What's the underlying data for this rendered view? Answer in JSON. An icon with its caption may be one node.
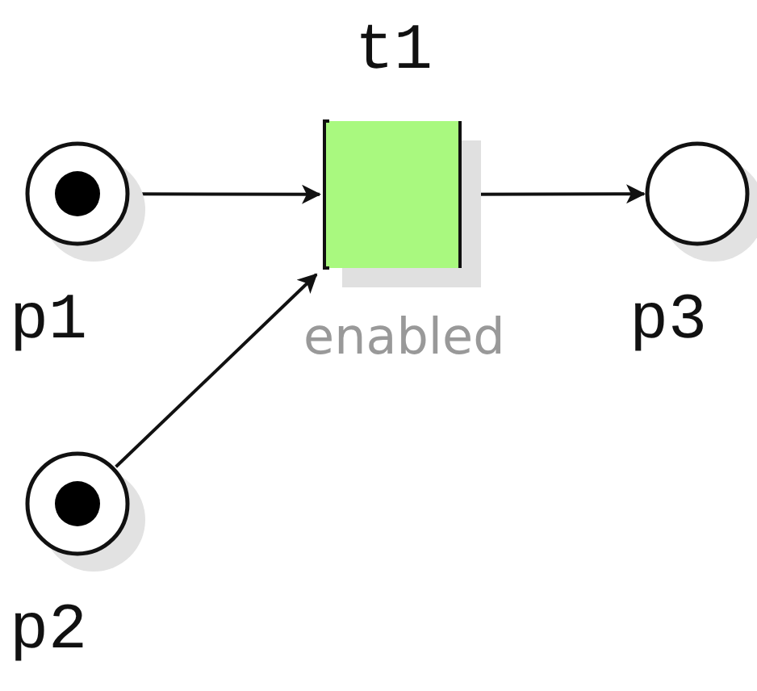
{
  "diagram": {
    "nodes": [
      {
        "text": [
          "p1"
        ]
      },
      {
        "text": [
          "t1"
        ],
        "beside": [
          "enabled"
        ]
      },
      {
        "text": [
          "p3"
        ]
      },
      {
        "text": [
          "p2"
        ]
      }
    ],
    "edges": [
      {
        "from": 0,
        "to": 1,
        "arrow": "to"
      },
      {
        "from": 3,
        "to": 1,
        "arrow": "to"
      },
      {
        "from": 1,
        "to": 2,
        "arrow": "to"
      }
    ]
  }
}
